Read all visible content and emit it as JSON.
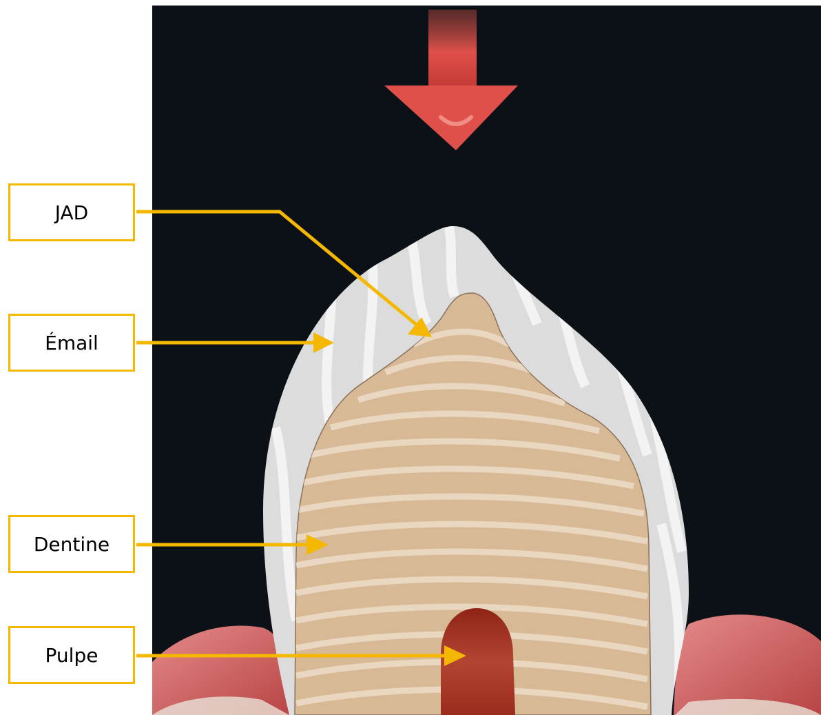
{
  "labels": {
    "jad": "JAD",
    "email": "Émail",
    "dentine": "Dentine",
    "pulpe": "Pulpe"
  },
  "colors": {
    "background": "#0c1117",
    "label_border": "#f5b800",
    "leader_line": "#f5b800",
    "force_arrow": "#e0504a",
    "enamel": "#e6e6e6",
    "dentine": "#d9bc9c",
    "pulp": "#a83224",
    "gum": "#d47070"
  },
  "icons": {
    "force_arrow": "down-arrow-icon"
  }
}
